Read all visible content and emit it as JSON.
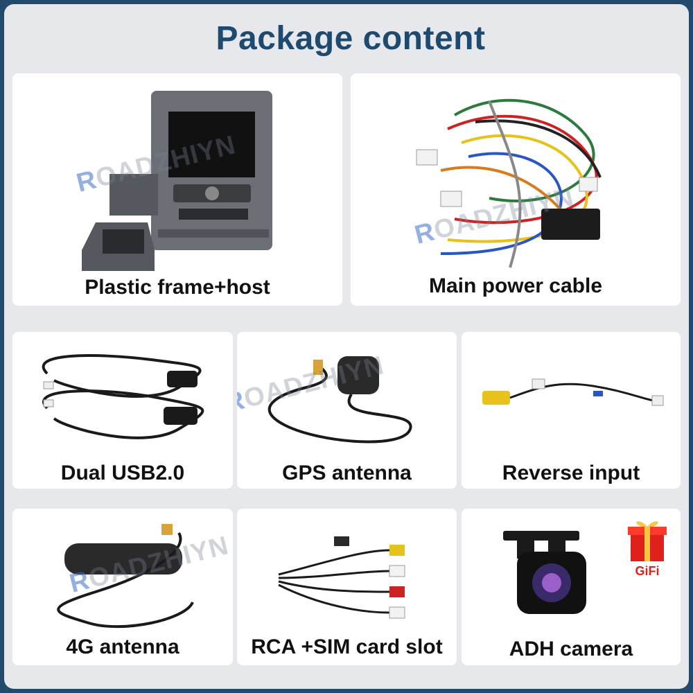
{
  "title": "Package content",
  "watermark": "ROADZHIYN",
  "items": [
    {
      "label": "Plastic frame+host"
    },
    {
      "label": "Main power cable"
    },
    {
      "label": "Dual USB2.0"
    },
    {
      "label": "GPS antenna"
    },
    {
      "label": "Reverse input"
    },
    {
      "label": "4G antenna"
    },
    {
      "label": "RCA +SIM card slot"
    },
    {
      "label": "ADH camera"
    }
  ],
  "gift_badge": "GiFi",
  "colors": {
    "title": "#1d4a6e",
    "background": "#234a6a",
    "panel": "#e6e8ec",
    "gift": "#e0201a"
  }
}
